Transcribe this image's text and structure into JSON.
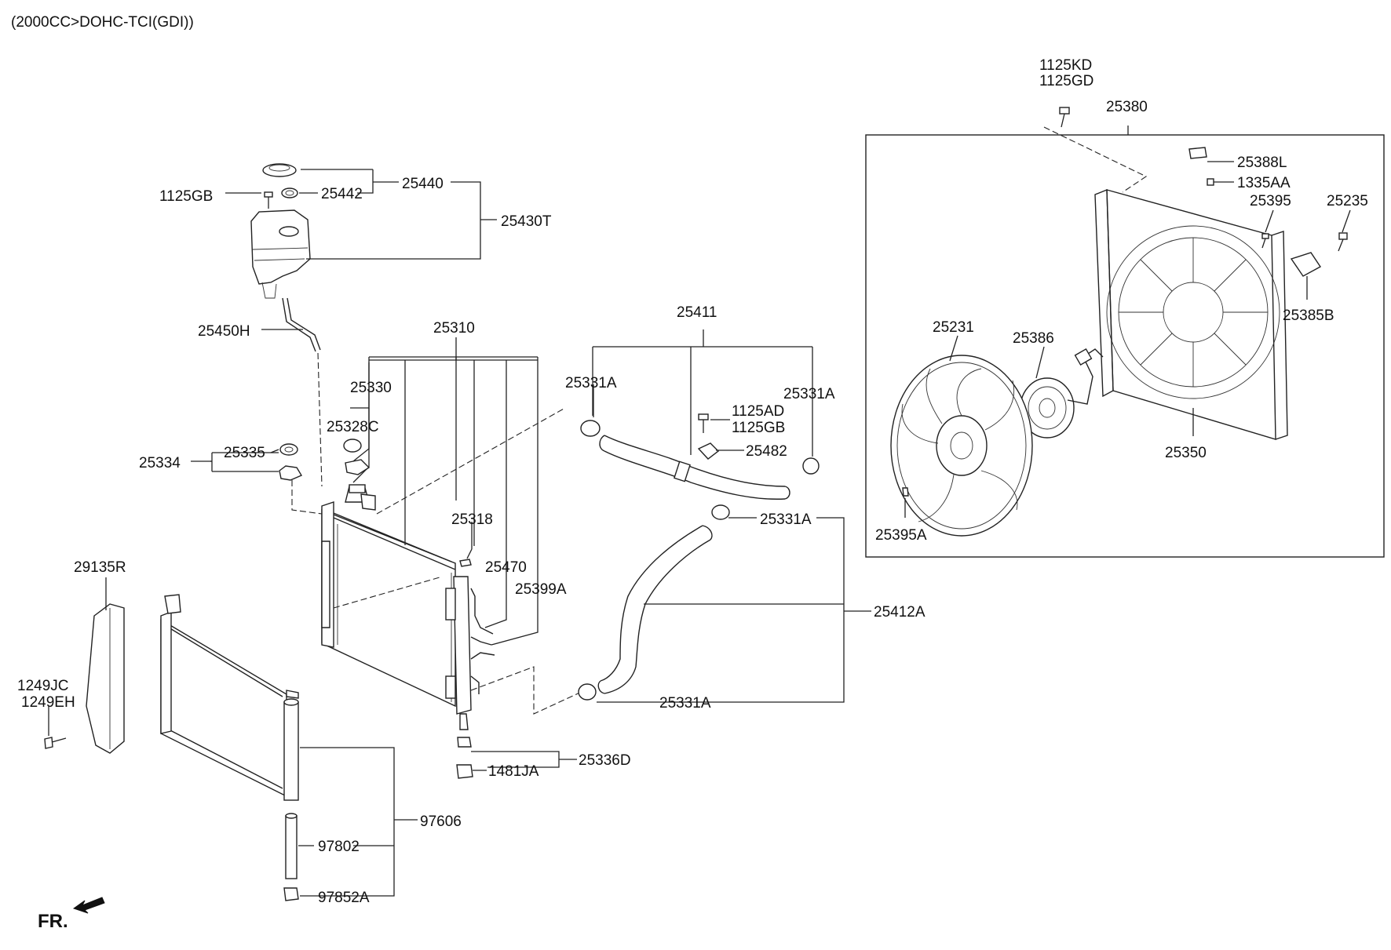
{
  "header": {
    "engine": "(2000CC>DOHC-TCI(GDI))"
  },
  "orientation": {
    "front_marker": "FR."
  },
  "labels": {
    "l1125kd": "1125KD",
    "l1125gd": "1125GD",
    "l25380": "25380",
    "l25388l": "25388L",
    "l1335aa": "1335AA",
    "l25395": "25395",
    "l25235": "25235",
    "l25385b": "25385B",
    "l25231": "25231",
    "l25386": "25386",
    "l25350": "25350",
    "l25395a": "25395A",
    "l25440": "25440",
    "l25442": "25442",
    "l1125gb_top": "1125GB",
    "l25430t": "25430T",
    "l25450h": "25450H",
    "l25310": "25310",
    "l25330": "25330",
    "l25328c": "25328C",
    "l25335": "25335",
    "l25334": "25334",
    "l25318": "25318",
    "l25470": "25470",
    "l25399a": "25399A",
    "l25411": "25411",
    "l25331a_1": "25331A",
    "l25331a_2": "25331A",
    "l1125ad": "1125AD",
    "l1125gb_mid": "1125GB",
    "l25482": "25482",
    "l25331a_3": "25331A",
    "l25412a": "25412A",
    "l25331a_4": "25331A",
    "l25336d": "25336D",
    "l1481ja": "1481JA",
    "l29135r": "29135R",
    "l1249jc": "1249JC",
    "l1249eh": "1249EH",
    "l97606": "97606",
    "l97802": "97802",
    "l97852a": "97852A"
  }
}
